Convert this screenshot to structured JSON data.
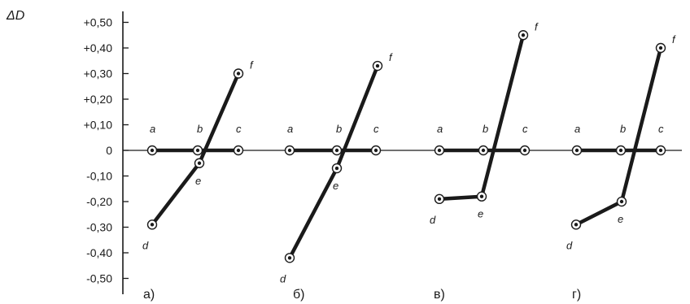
{
  "chart_data": {
    "type": "line",
    "ylabel": "ΔD",
    "ylim": [
      -0.55,
      0.52
    ],
    "yticks": [
      "+0,50",
      "+0,40",
      "+0,30",
      "+0,20",
      "+0,10",
      "0",
      "-0,10",
      "-0,20",
      "-0,30",
      "-0,40",
      "-0,50"
    ],
    "ytick_values": [
      0.5,
      0.4,
      0.3,
      0.2,
      0.1,
      0,
      -0.1,
      -0.2,
      -0.3,
      -0.4,
      -0.5
    ],
    "grid": false,
    "panels": [
      {
        "label": "а)",
        "points": [
          {
            "name": "a",
            "y": 0
          },
          {
            "name": "b",
            "y": 0
          },
          {
            "name": "c",
            "y": 0
          },
          {
            "name": "d",
            "y": -0.29
          },
          {
            "name": "e",
            "y": -0.05
          },
          {
            "name": "f",
            "y": 0.3
          }
        ]
      },
      {
        "label": "б)",
        "points": [
          {
            "name": "a",
            "y": 0
          },
          {
            "name": "b",
            "y": 0
          },
          {
            "name": "c",
            "y": 0
          },
          {
            "name": "d",
            "y": -0.42
          },
          {
            "name": "e",
            "y": -0.07
          },
          {
            "name": "f",
            "y": 0.33
          }
        ]
      },
      {
        "label": "в)",
        "points": [
          {
            "name": "a",
            "y": 0
          },
          {
            "name": "b",
            "y": 0
          },
          {
            "name": "c",
            "y": 0
          },
          {
            "name": "d",
            "y": -0.19
          },
          {
            "name": "e",
            "y": -0.18
          },
          {
            "name": "f",
            "y": 0.45
          }
        ]
      },
      {
        "label": "г)",
        "points": [
          {
            "name": "a",
            "y": 0
          },
          {
            "name": "b",
            "y": 0
          },
          {
            "name": "c",
            "y": 0
          },
          {
            "name": "d",
            "y": -0.29
          },
          {
            "name": "e",
            "y": -0.2
          },
          {
            "name": "f",
            "y": 0.4
          }
        ]
      }
    ],
    "colors": {
      "line": "#1a1a1a",
      "axis": "#1a1a1a"
    }
  }
}
